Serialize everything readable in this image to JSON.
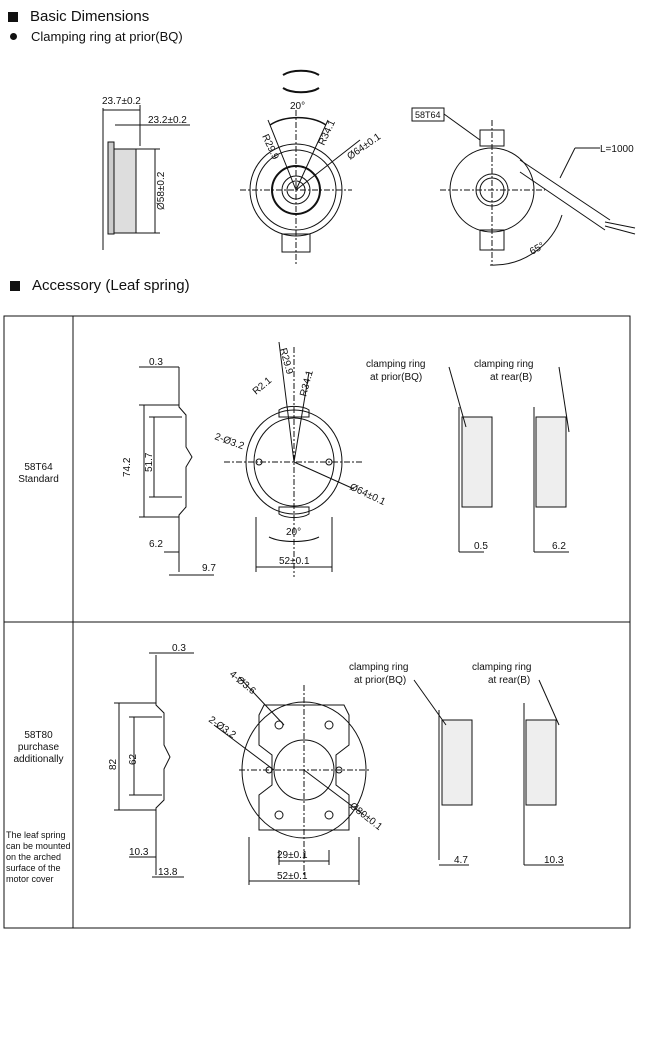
{
  "sections": {
    "basic_title": "Basic Dimensions",
    "basic_bullet": "Clamping ring at prior(BQ)",
    "accessory_title": "Accessory (Leaf spring)"
  },
  "basic": {
    "dim_237": "23.7±0.2",
    "dim_232": "23.2±0.2",
    "dim_58": "Ø58±0.2",
    "ang_20": "20°",
    "r299": "R29.9",
    "r341": "R34.1",
    "d64": "Ø64±0.1",
    "model": "58T64",
    "cable": "L=1000",
    "ang_65": "65°"
  },
  "table": {
    "row1": {
      "label1": "58T64",
      "label2": "Standard",
      "d03": "0.3",
      "d742": "74.2",
      "d517": "51.7",
      "d62": "6.2",
      "d97": "9.7",
      "r299": "R29.9",
      "r341": "R34.1",
      "r21": "R2.1",
      "holes": "2-Ø3.2",
      "d64": "Ø64±0.1",
      "ang": "20°",
      "d52": "52±0.1",
      "cr_prior_1": "clamping ring",
      "cr_prior_2": "at prior(BQ)",
      "cr_rear_1": "clamping ring",
      "cr_rear_2": "at rear(B)",
      "d05": "0.5",
      "d62b": "6.2"
    },
    "row2": {
      "label1": "58T80",
      "label2": "purchase",
      "label3": "additionally",
      "note": [
        "The leaf spring",
        "can be mounted",
        "on the arched",
        "surface of the",
        "motor cover"
      ],
      "d03": "0.3",
      "d82": "82",
      "d62": "62",
      "d103": "10.3",
      "d138": "13.8",
      "holes4": "4-Ø3.6",
      "holes2": "2-Ø3.2",
      "d80": "Ø80±0.1",
      "d29": "29±0.1",
      "d52": "52±0.1",
      "cr_prior_1": "clamping ring",
      "cr_prior_2": "at prior(BQ)",
      "cr_rear_1": "clamping ring",
      "cr_rear_2": "at rear(B)",
      "d47": "4.7",
      "d103b": "10.3"
    }
  }
}
